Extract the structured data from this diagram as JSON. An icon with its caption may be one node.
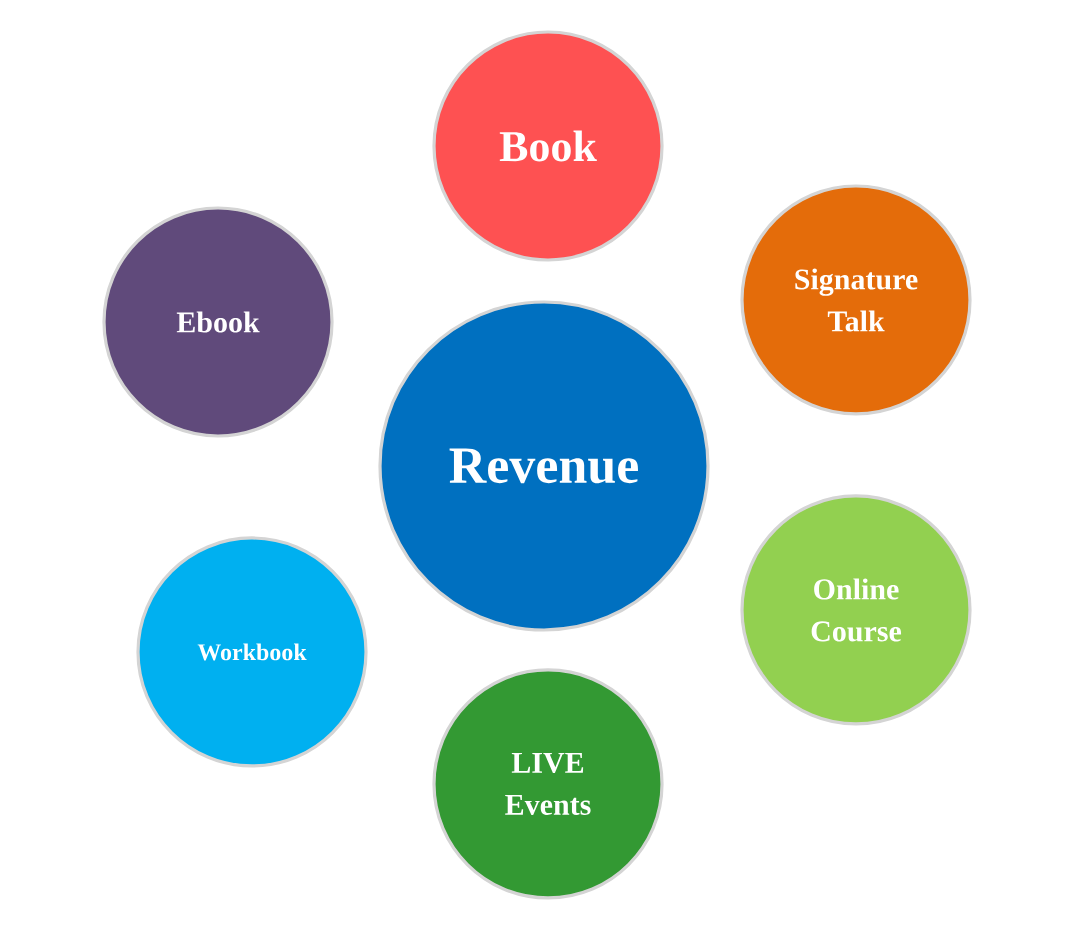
{
  "diagram": {
    "nodes": [
      {
        "text": [
          "Book"
        ]
      },
      {
        "text": [
          "Signature Talk"
        ]
      },
      {
        "text": [
          "Ebook"
        ]
      },
      {
        "text": [
          "Revenue"
        ]
      },
      {
        "text": [
          "Online Course"
        ]
      },
      {
        "text": [
          "Workbook"
        ]
      },
      {
        "text": [
          "LIVE Events"
        ]
      }
    ]
  }
}
